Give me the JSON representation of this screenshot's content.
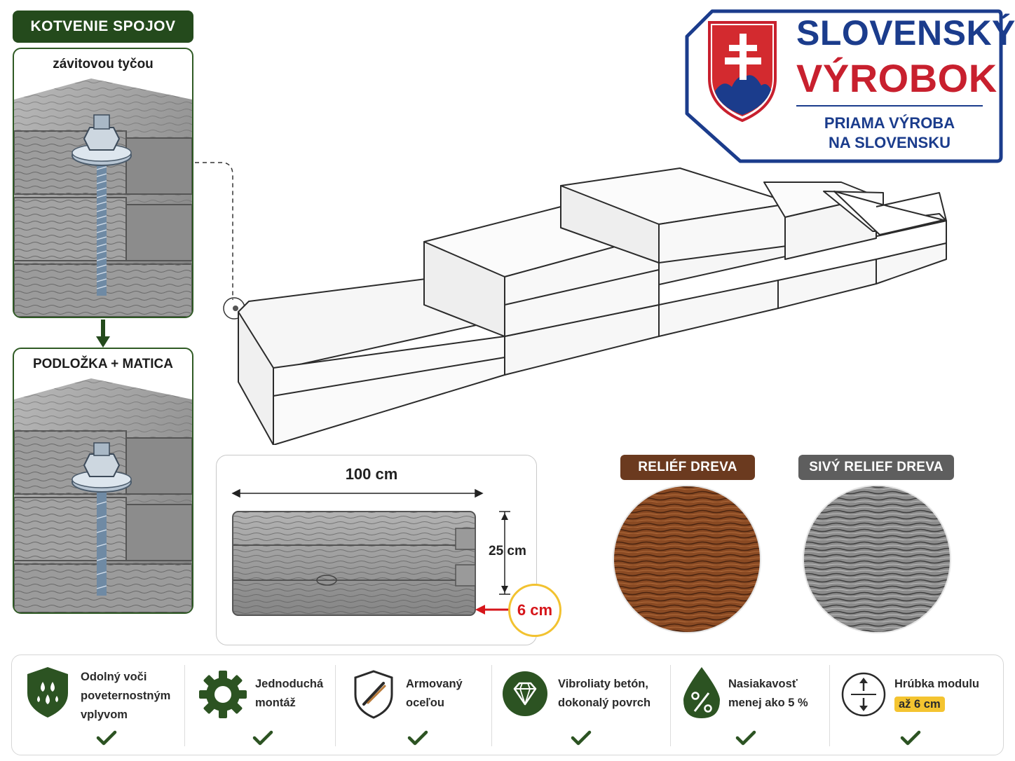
{
  "left": {
    "tag": "KOTVENIE SPOJOV",
    "panel1_title": "závitovou tyčou",
    "panel2_title": "PODLOŽKA + MATICA"
  },
  "badge": {
    "line1": "SLOVENSKÝ",
    "line2": "VÝROBOK",
    "sub1": "PRIAMA VÝROBA",
    "sub2": "NA SLOVENSKU"
  },
  "dimensions": {
    "length": "100 cm",
    "height": "25 cm",
    "thickness": "6 cm"
  },
  "textures": {
    "brown_label": "RELIÉF DREVA",
    "gray_label": "SIVÝ RELIEF DREVA"
  },
  "features": [
    {
      "icon": "shield-drops-icon",
      "lines": [
        "Odolný voči",
        "poveternostným",
        "vplyvom"
      ]
    },
    {
      "icon": "gear-icon",
      "lines": [
        "Jednoduchá",
        "montáž"
      ]
    },
    {
      "icon": "shield-rebar-icon",
      "lines": [
        "Armovaný",
        "oceľou"
      ]
    },
    {
      "icon": "diamond-icon",
      "lines": [
        "Vibroliaty betón,",
        "dokonalý povrch"
      ]
    },
    {
      "icon": "drop-percent-icon",
      "lines": [
        "Nasiakavosť",
        "menej ako 5 %"
      ]
    },
    {
      "icon": "thickness-arrows-icon",
      "lines": [
        "Hrúbka modulu"
      ],
      "highlight": "až 6 cm"
    }
  ],
  "colors": {
    "green": "#244a1c",
    "blue": "#1b3c8c",
    "red": "#c8202e",
    "brown": "#6b3a1f",
    "gray": "#5e5e5e",
    "yellow": "#f4c430"
  }
}
